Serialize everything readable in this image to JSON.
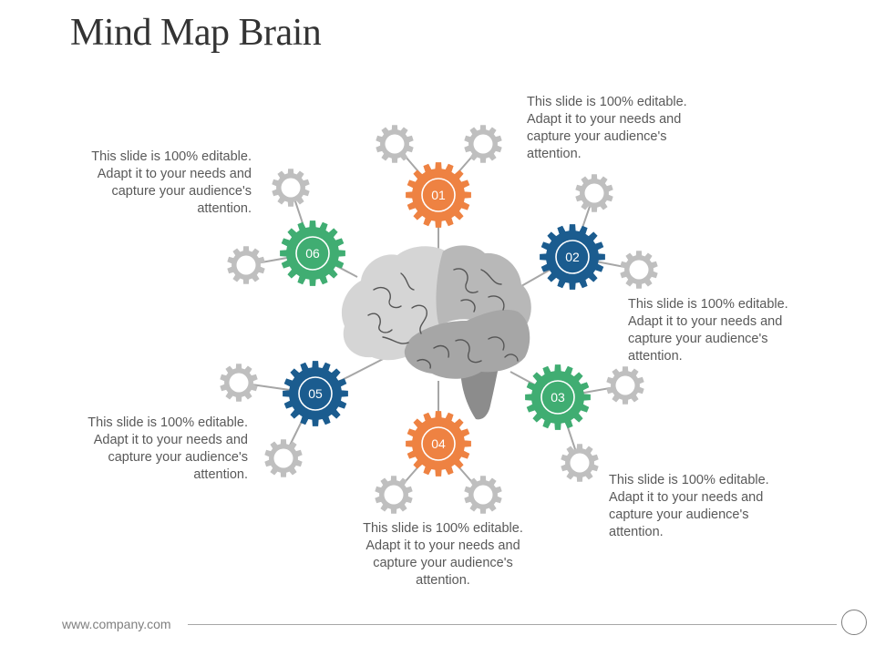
{
  "slide": {
    "title": "Mind Map Brain",
    "footer": "www.company.com"
  },
  "colors": {
    "orange": "#ee8242",
    "blue": "#1b5c8f",
    "green": "#40ad72",
    "gear_gray": "#bfbfbf",
    "brain_light": "#d5d5d5",
    "brain_mid": "#a9a9a9",
    "brain_dark": "#8c8c8c",
    "connector": "#a6a6a6"
  },
  "nodes": [
    {
      "id": "01",
      "color": "orange"
    },
    {
      "id": "02",
      "color": "blue"
    },
    {
      "id": "03",
      "color": "green"
    },
    {
      "id": "04",
      "color": "orange"
    },
    {
      "id": "05",
      "color": "blue"
    },
    {
      "id": "06",
      "color": "green"
    }
  ],
  "notes": [
    {
      "line1": "This slide is 100% editable.",
      "line2": "Adapt it to your needs and",
      "line3": "capture your audience's",
      "line4": "attention."
    },
    {
      "line1": "This slide is 100% editable.",
      "line2": "Adapt it to your needs and",
      "line3": "capture your audience's",
      "line4": "attention."
    },
    {
      "line1": "This slide is 100% editable.",
      "line2": "Adapt it to your needs and",
      "line3": "capture your audience's",
      "line4": "attention."
    },
    {
      "line1": "This slide is 100% editable.",
      "line2": "Adapt it to your needs and",
      "line3": "capture your audience's",
      "line4": "attention."
    },
    {
      "line1": "This slide is 100% editable.",
      "line2": "Adapt it to your needs and",
      "line3": "capture your audience's",
      "line4": "attention."
    },
    {
      "line1": "This slide is 100% editable.",
      "line2": "Adapt it to your needs and",
      "line3": "capture your audience's",
      "line4": "attention."
    }
  ]
}
